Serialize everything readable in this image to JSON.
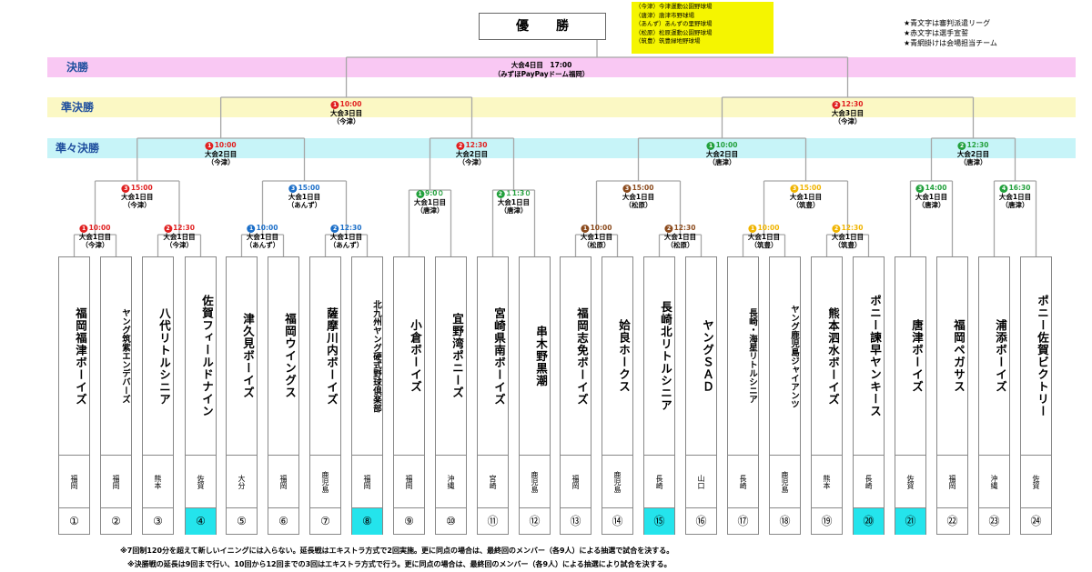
{
  "header": {
    "title": "優勝",
    "venues": [
      "（今津）今津運動公園野球場",
      "（唐津）唐津市野球場",
      "（あんず）あんずの里野球場",
      "（松原）松原運動公園野球場",
      "（筑豊）筑豊緑地野球場"
    ],
    "legend": [
      "★青文字は審判派遣リーグ",
      "★赤文字は選手宣誓",
      "★青網掛けは会場担当チーム"
    ]
  },
  "rounds": {
    "final": "決勝",
    "semi": "準決勝",
    "quarter": "準々決勝"
  },
  "colors": {
    "final_band": "#f9c8f3",
    "semi_band": "#fbf8c4",
    "quarter_band": "#c7f4f8",
    "round_label": "#1f4f9e",
    "venue_box": "#f5f500",
    "highlight": "#24e4ec",
    "line": "#a6a6a6"
  },
  "matches": {
    "final": {
      "text": "大会4日目　17:00",
      "venue": "（みずほPayPayドーム福岡）"
    },
    "semi": [
      {
        "no": "1",
        "color": "#e02020",
        "time": "10:00",
        "day": "大会3日目",
        "venue": "（今津）"
      },
      {
        "no": "2",
        "color": "#e02020",
        "time": "12:30",
        "day": "大会3日目",
        "venue": "（今津）"
      }
    ],
    "quarter": [
      {
        "no": "1",
        "color": "#e02020",
        "time": "10:00",
        "day": "大会2日目",
        "venue": "（今津）"
      },
      {
        "no": "2",
        "color": "#e02020",
        "time": "12:30",
        "day": "大会2日目",
        "venue": "（今津）"
      },
      {
        "no": "1",
        "color": "#22a03c",
        "time": "10:00",
        "day": "大会2日目",
        "venue": "（唐津）"
      },
      {
        "no": "2",
        "color": "#22a03c",
        "time": "12:30",
        "day": "大会2日目",
        "venue": "（唐津）"
      }
    ],
    "r2": [
      {
        "no": "3",
        "color": "#e02020",
        "time": "15:00",
        "day": "大会1日目",
        "venue": "（今津）"
      },
      {
        "no": "3",
        "color": "#1a6ec8",
        "time": "15:00",
        "day": "大会1日目",
        "venue": "（あんず）"
      },
      {
        "no": "1",
        "color": "#22a03c",
        "time": "9:0０",
        "day": "大会1日目",
        "venue": "（唐津）"
      },
      {
        "no": "2",
        "color": "#22a03c",
        "time": "１1:3０",
        "day": "大会1日目",
        "venue": "（唐津）"
      },
      {
        "no": "3",
        "color": "#8b4a1c",
        "time": "15:00",
        "day": "大会1日目",
        "venue": "（松原）"
      },
      {
        "no": "3",
        "color": "#f0b400",
        "time": "15:00",
        "day": "大会1日目",
        "venue": "（筑豊）"
      },
      {
        "no": "3",
        "color": "#22a03c",
        "time": "14:00",
        "day": "大会1日目",
        "venue": "（唐津）"
      },
      {
        "no": "4",
        "color": "#22a03c",
        "time": "16:30",
        "day": "大会1日目",
        "venue": "（唐津）"
      }
    ],
    "r1": [
      {
        "no": "1",
        "color": "#e02020",
        "time": "10:00",
        "day": "大会1日目",
        "venue": "（今津）"
      },
      {
        "no": "2",
        "color": "#e02020",
        "time": "12:30",
        "day": "大会1日目",
        "venue": "（今津）"
      },
      {
        "no": "1",
        "color": "#1a6ec8",
        "time": "10:00",
        "day": "大会1日目",
        "venue": "（あんず）"
      },
      {
        "no": "2",
        "color": "#1a6ec8",
        "time": "12:30",
        "day": "大会1日目",
        "venue": "（あんず）"
      },
      {
        "no": "1",
        "color": "#8b4a1c",
        "time": "10:00",
        "day": "大会1日目",
        "venue": "（松原）"
      },
      {
        "no": "2",
        "color": "#8b4a1c",
        "time": "12:30",
        "day": "大会1日目",
        "venue": "（松原）"
      },
      {
        "no": "1",
        "color": "#f0b400",
        "time": "10:00",
        "day": "大会1日目",
        "venue": "（筑豊）"
      },
      {
        "no": "2",
        "color": "#f0b400",
        "time": "12:30",
        "day": "大会1日目",
        "venue": "（筑豊）"
      }
    ]
  },
  "teams": [
    {
      "name": "福岡福津ボーイズ",
      "pref": "福岡",
      "num": "①",
      "hl": false
    },
    {
      "name": "ヤング筑紫エンデバーズ",
      "pref": "福岡",
      "num": "②",
      "hl": false
    },
    {
      "name": "八代リトルシニア",
      "pref": "熊本",
      "num": "③",
      "hl": false
    },
    {
      "name": "佐賀フィールドナイン",
      "pref": "佐賀",
      "num": "④",
      "hl": true
    },
    {
      "name": "津久見ボーイズ",
      "pref": "大分",
      "num": "⑤",
      "hl": false
    },
    {
      "name": "福岡ウイングス",
      "pref": "福岡",
      "num": "⑥",
      "hl": false
    },
    {
      "name": "薩摩川内ボーイズ",
      "pref": "鹿児島",
      "num": "⑦",
      "hl": false
    },
    {
      "name": "北九州ヤング硬式野球倶楽部",
      "pref": "福岡",
      "num": "⑧",
      "hl": true
    },
    {
      "name": "小倉ボーイズ",
      "pref": "福岡",
      "num": "⑨",
      "hl": false
    },
    {
      "name": "宜野湾ポニーズ",
      "pref": "沖縄",
      "num": "⑩",
      "hl": false
    },
    {
      "name": "宮崎県南ボーイズ",
      "pref": "宮崎",
      "num": "⑪",
      "hl": false
    },
    {
      "name": "串木野黒潮",
      "pref": "鹿児島",
      "num": "⑫",
      "hl": false
    },
    {
      "name": "福岡志免ボーイズ",
      "pref": "福岡",
      "num": "⑬",
      "hl": false
    },
    {
      "name": "姶良ホークス",
      "pref": "鹿児島",
      "num": "⑭",
      "hl": false
    },
    {
      "name": "長崎北リトルシニア",
      "pref": "長崎",
      "num": "⑮",
      "hl": true
    },
    {
      "name": "ヤングＳＡＤ",
      "pref": "山口",
      "num": "⑯",
      "hl": false
    },
    {
      "name": "長崎・海星リトルシニア",
      "pref": "長崎",
      "num": "⑰",
      "hl": false
    },
    {
      "name": "ヤング鹿児島ジャイアンツ",
      "pref": "鹿児島",
      "num": "⑱",
      "hl": false
    },
    {
      "name": "熊本泗水ボーイズ",
      "pref": "熊本",
      "num": "⑲",
      "hl": false
    },
    {
      "name": "ポニー諫早ヤンキース",
      "pref": "長崎",
      "num": "⑳",
      "hl": true
    },
    {
      "name": "唐津ボーイズ",
      "pref": "佐賀",
      "num": "㉑",
      "hl": true
    },
    {
      "name": "福岡ペガサス",
      "pref": "福岡",
      "num": "㉒",
      "hl": false
    },
    {
      "name": "浦添ボーイズ",
      "pref": "沖縄",
      "num": "㉓",
      "hl": false
    },
    {
      "name": "ポニー佐賀ビクトリー",
      "pref": "佐賀",
      "num": "㉔",
      "hl": false
    }
  ],
  "notes": [
    "※7回制120分を超えて新しいイニングには入らない。延長戦はエキストラ方式で2回実施。更に同点の場合は、最終回のメンバー（各9人）による抽選で試合を決する。",
    "※決勝戦の延長は9回まで行い、10回から12回までの3回はエキストラ方式で行う。更に同点の場合は、最終回のメンバー（各9人）による抽選により試合を決する。"
  ]
}
